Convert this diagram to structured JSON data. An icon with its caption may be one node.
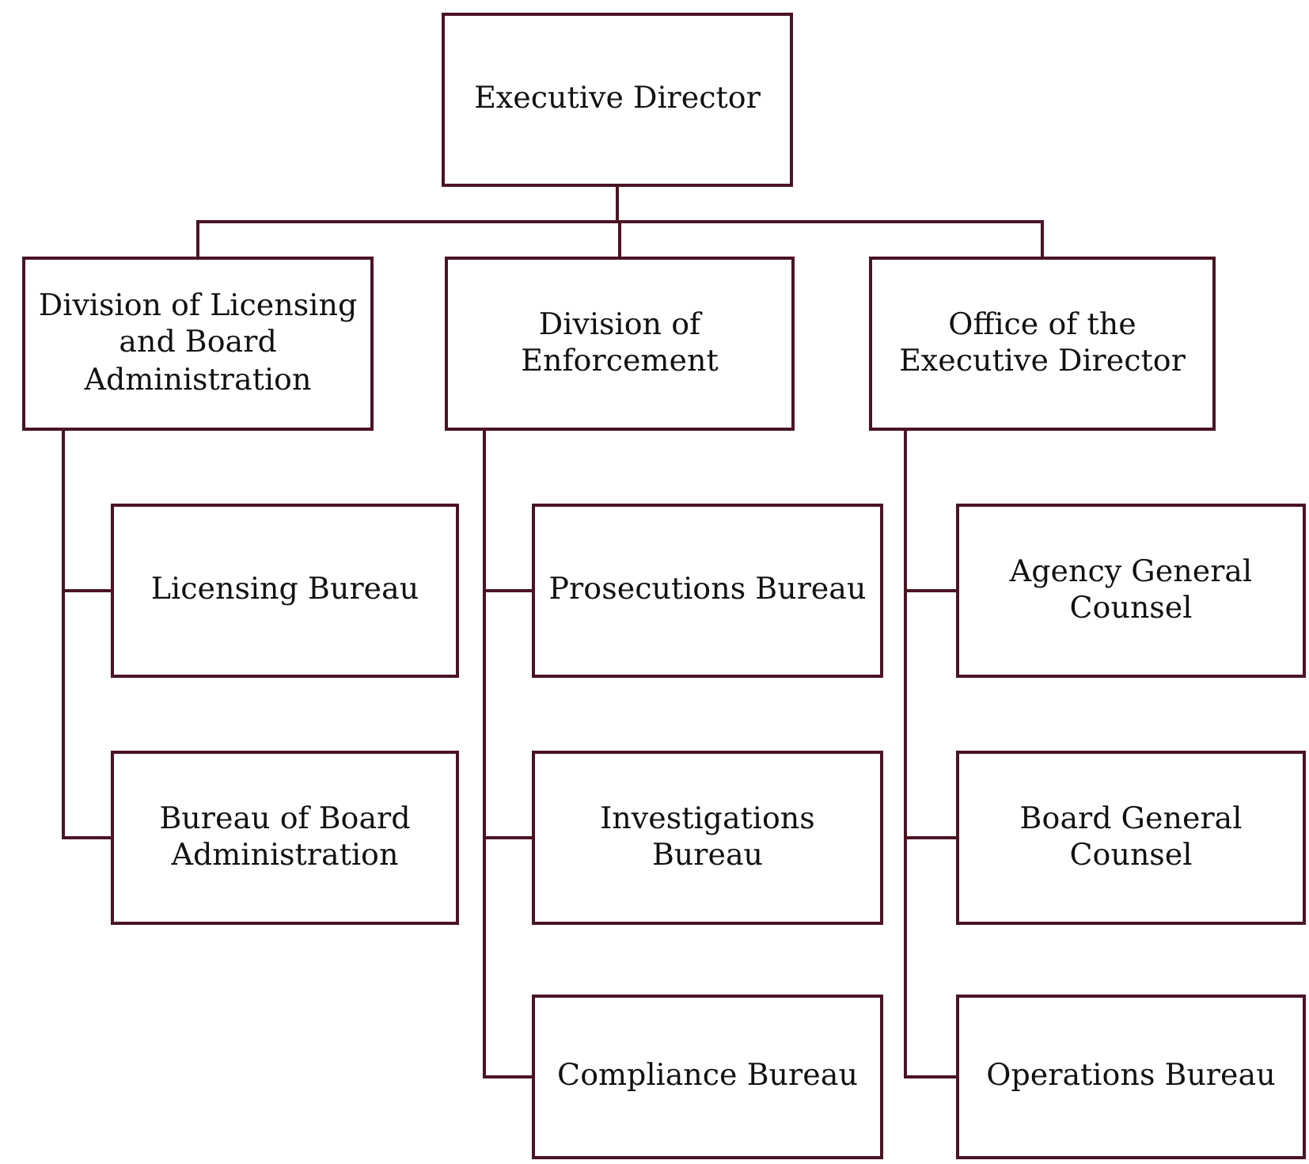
{
  "diagram": {
    "nodes": [
      {
        "text": [
          "Executive Director"
        ]
      },
      {
        "text": [
          "Division of Licensing and Board Administration"
        ]
      },
      {
        "text": [
          "Division of Enforcement"
        ]
      },
      {
        "text": [
          "Office of the Executive Director"
        ]
      },
      {
        "text": [
          "Licensing Bureau"
        ]
      },
      {
        "text": [
          "Bureau of Board Administration"
        ]
      },
      {
        "text": [
          "Prosecutions Bureau"
        ]
      },
      {
        "text": [
          "Investigations Bureau"
        ]
      },
      {
        "text": [
          "Compliance Bureau"
        ]
      },
      {
        "text": [
          "Agency General Counsel"
        ]
      },
      {
        "text": [
          "Board General Counsel"
        ]
      },
      {
        "text": [
          "Operations Bureau"
        ]
      }
    ],
    "edges": [
      {
        "from": 0,
        "to": 1,
        "arrow": "none"
      },
      {
        "from": 0,
        "to": 2,
        "arrow": "none"
      },
      {
        "from": 0,
        "to": 3,
        "arrow": "none"
      },
      {
        "from": 1,
        "to": 4,
        "arrow": "none"
      },
      {
        "from": 1,
        "to": 5,
        "arrow": "none"
      },
      {
        "from": 2,
        "to": 6,
        "arrow": "none"
      },
      {
        "from": 2,
        "to": 7,
        "arrow": "none"
      },
      {
        "from": 2,
        "to": 8,
        "arrow": "none"
      },
      {
        "from": 3,
        "to": 9,
        "arrow": "none"
      },
      {
        "from": 3,
        "to": 10,
        "arrow": "none"
      },
      {
        "from": 3,
        "to": 11,
        "arrow": "none"
      }
    ]
  }
}
